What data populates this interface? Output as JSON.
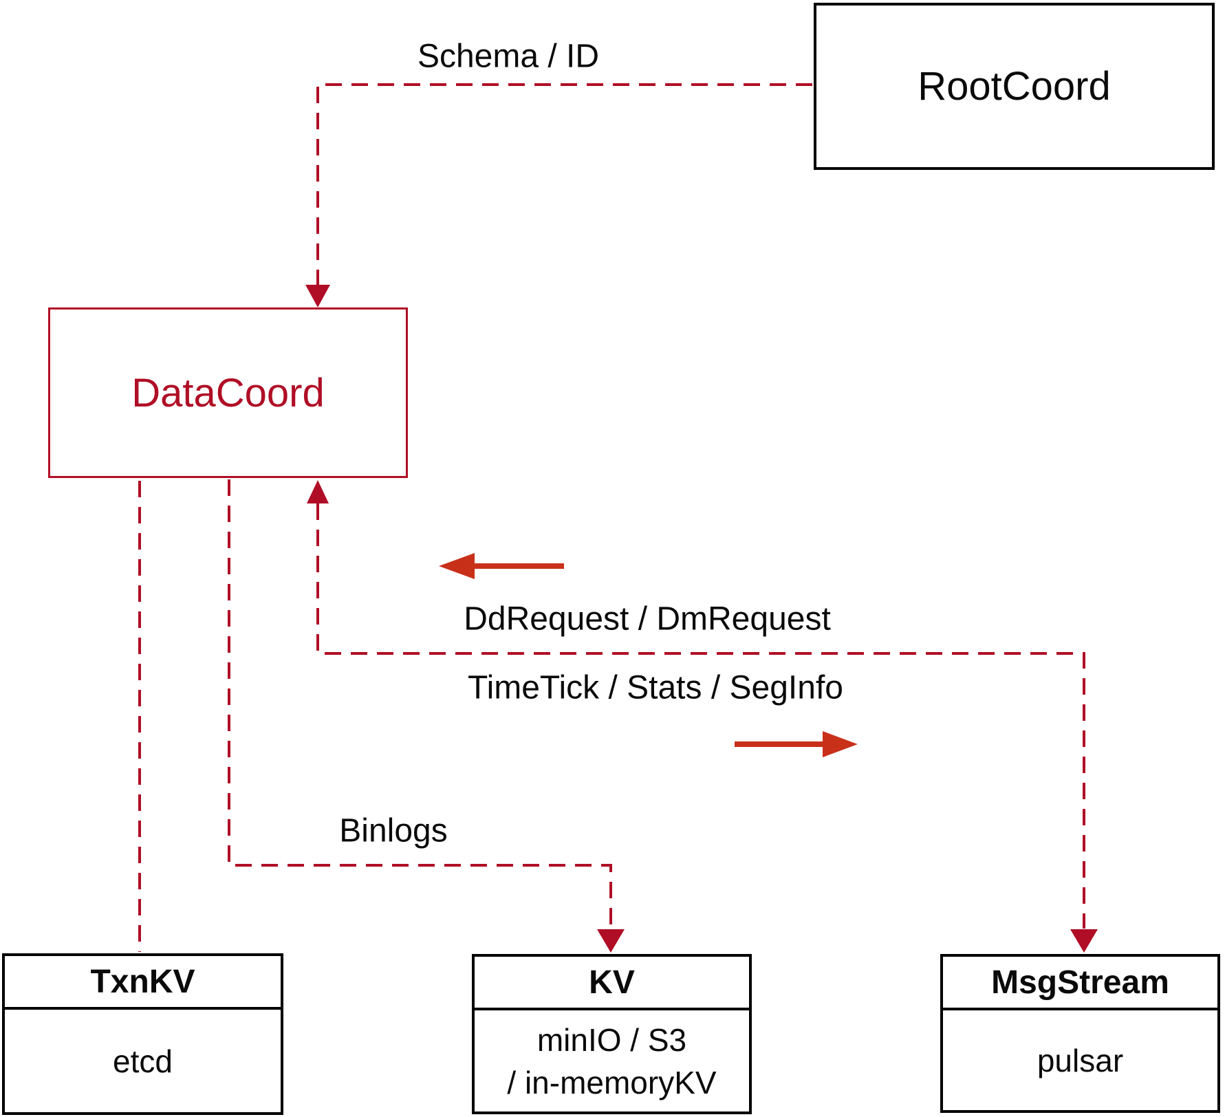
{
  "diagram": {
    "nodes": {
      "rootcoord": {
        "label": "RootCoord"
      },
      "datacoord": {
        "label": "DataCoord"
      },
      "txnkv": {
        "title": "TxnKV",
        "impl": "etcd"
      },
      "kv": {
        "title": "KV",
        "impl_line1": "minIO / S3",
        "impl_line2": "/ in-memoryKV"
      },
      "msgstream": {
        "title": "MsgStream",
        "impl": "pulsar"
      }
    },
    "edge_labels": {
      "schema_id": "Schema / ID",
      "dd_dm_request": "DdRequest / DmRequest",
      "timetick_stats_seginfo": "TimeTick / Stats / SegInfo",
      "binlogs": "Binlogs"
    },
    "colors": {
      "dashed_line": "#b00e26",
      "solid_arrow": "#c8301a",
      "box_border": "#000000"
    }
  }
}
